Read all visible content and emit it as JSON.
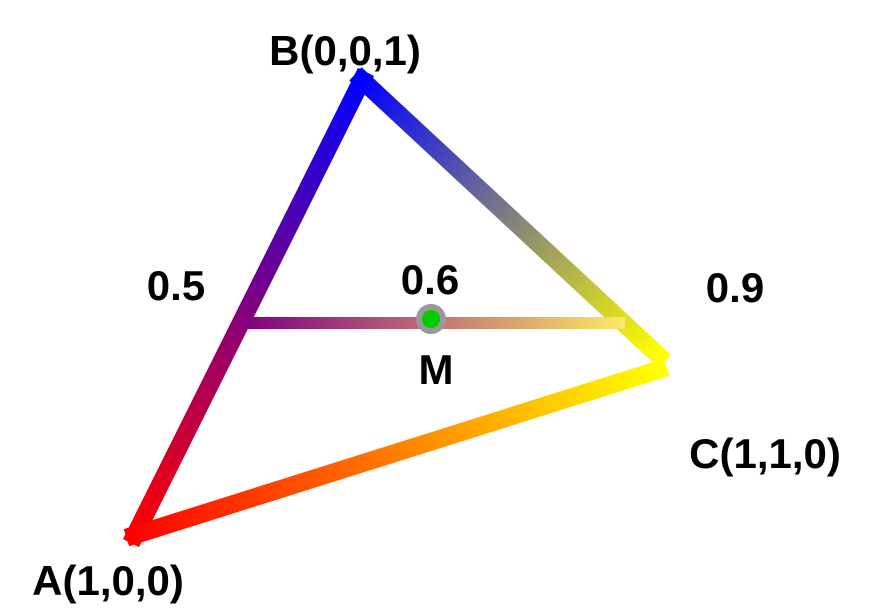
{
  "vertices": {
    "a": {
      "label": "A(1,0,0)",
      "color": "#ff0000"
    },
    "b": {
      "label": "B(0,0,1)",
      "color": "#0000ff"
    },
    "c": {
      "label": "C(1,1,0)",
      "color": "#ffff00"
    }
  },
  "interpolation": {
    "left_value": "0.5",
    "left_color": "#800080",
    "right_value": "0.9",
    "right_color": "#ffe866",
    "mid_value": "0.6",
    "point_label": "M",
    "point_color": "#00cc00",
    "point_ring_color": "#999999"
  }
}
